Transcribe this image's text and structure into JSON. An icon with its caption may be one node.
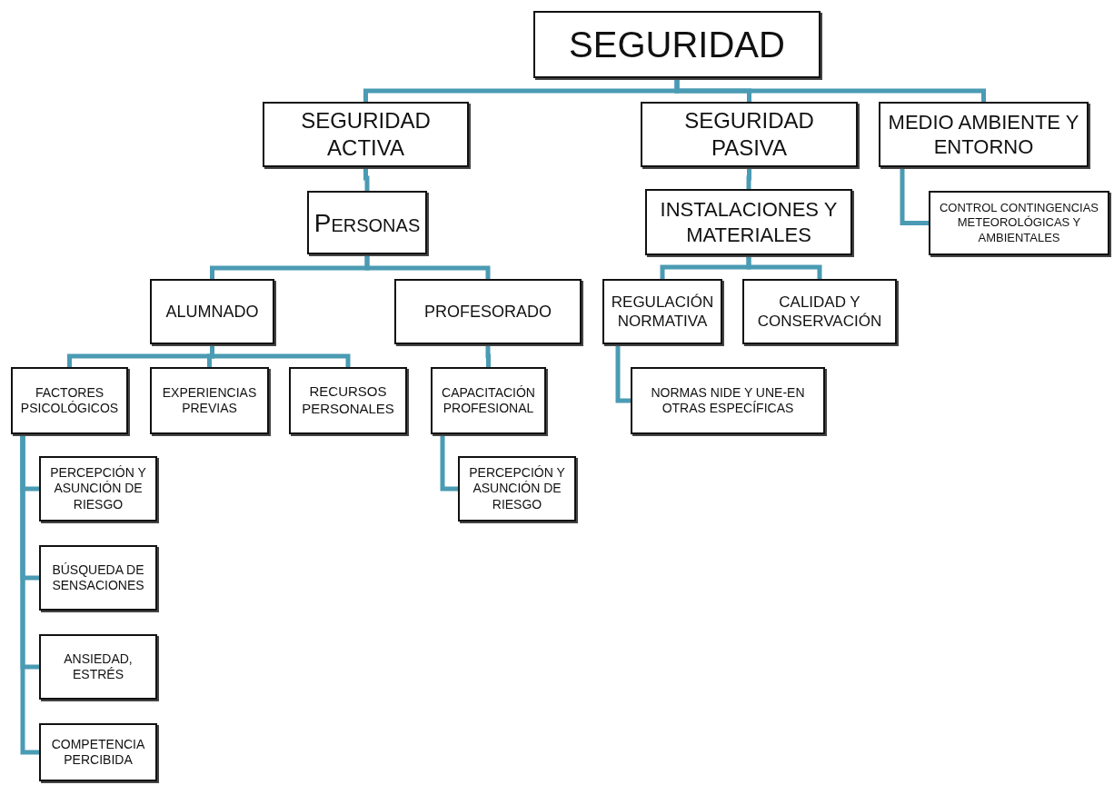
{
  "diagram": {
    "nodes": [
      {
        "text": [
          "SEGURIDAD"
        ]
      },
      {
        "text": [
          "SEGURIDAD ACTIVA"
        ]
      },
      {
        "text": [
          "SEGURIDAD PASIVA"
        ]
      },
      {
        "text": [
          "MEDIO AMBIENTE Y ENTORNO"
        ]
      },
      {
        "text": [
          "Personas"
        ]
      },
      {
        "text": [
          "INSTALACIONES Y MATERIALES"
        ]
      },
      {
        "text": [
          "CONTROL CONTINGENCIAS METEOROLÓGICAS Y AMBIENTALES"
        ]
      },
      {
        "text": [
          "ALUMNADO"
        ]
      },
      {
        "text": [
          "PROFESORADO"
        ]
      },
      {
        "text": [
          "REGULACIÓN NORMATIVA"
        ]
      },
      {
        "text": [
          "CALIDAD Y CONSERVACIÓN"
        ]
      },
      {
        "text": [
          "FACTORES PSICOLÓGICOS"
        ]
      },
      {
        "text": [
          "EXPERIENCIAS PREVIAS"
        ]
      },
      {
        "text": [
          "RECURSOS PERSONALES"
        ]
      },
      {
        "text": [
          "CAPACITACIÓN PROFESIONAL"
        ]
      },
      {
        "text": [
          "NORMAS NIDE Y UNE-EN OTRAS ESPECÍFICAS"
        ]
      },
      {
        "text": [
          "PERCEPCIÓN Y ASUNCIÓN DE RIESGO"
        ]
      },
      {
        "text": [
          "PERCEPCIÓN Y ASUNCIÓN DE RIESGO"
        ]
      },
      {
        "text": [
          "BÚSQUEDA DE SENSACIONES"
        ]
      },
      {
        "text": [
          "ANSIEDAD, ESTRÉS"
        ]
      },
      {
        "text": [
          "COMPETENCIA PERCIBIDA"
        ]
      }
    ],
    "edges": [
      {
        "from": 0,
        "to": 1,
        "arrow": "none"
      },
      {
        "from": 0,
        "to": 2,
        "arrow": "none"
      },
      {
        "from": 0,
        "to": 3,
        "arrow": "none"
      },
      {
        "from": 1,
        "to": 4,
        "arrow": "none"
      },
      {
        "from": 2,
        "to": 5,
        "arrow": "none"
      },
      {
        "from": 3,
        "to": 6,
        "arrow": "none"
      },
      {
        "from": 4,
        "to": 7,
        "arrow": "none"
      },
      {
        "from": 4,
        "to": 8,
        "arrow": "none"
      },
      {
        "from": 5,
        "to": 9,
        "arrow": "none"
      },
      {
        "from": 5,
        "to": 10,
        "arrow": "none"
      },
      {
        "from": 7,
        "to": 11,
        "arrow": "none"
      },
      {
        "from": 7,
        "to": 12,
        "arrow": "none"
      },
      {
        "from": 7,
        "to": 13,
        "arrow": "none"
      },
      {
        "from": 8,
        "to": 14,
        "arrow": "none"
      },
      {
        "from": 9,
        "to": 15,
        "arrow": "none"
      },
      {
        "from": 14,
        "to": 17,
        "arrow": "none"
      },
      {
        "from": 11,
        "to": 16,
        "arrow": "none"
      },
      {
        "from": 11,
        "to": 18,
        "arrow": "none"
      },
      {
        "from": 11,
        "to": 19,
        "arrow": "none"
      },
      {
        "from": 11,
        "to": 20,
        "arrow": "none"
      }
    ]
  }
}
